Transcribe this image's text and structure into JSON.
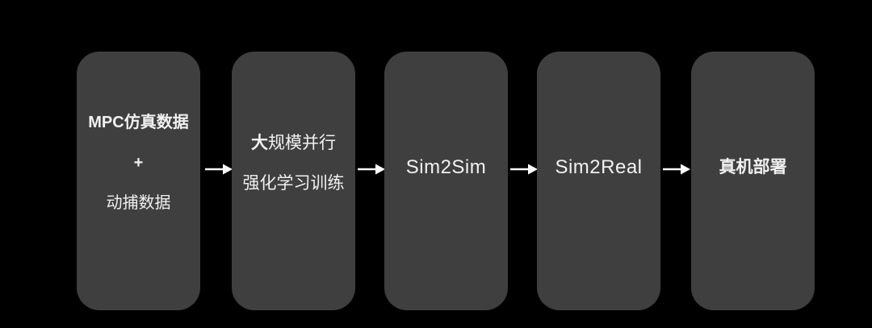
{
  "page": {
    "background_color": "#000000",
    "box_color": "#3f3f3f",
    "text_color": "#f1f1f1",
    "arrow_color": "#ffffff"
  },
  "flow": {
    "stages": [
      {
        "name": "training-data",
        "lines": [
          {
            "text": "MPC仿真数据",
            "weight": "bold"
          },
          {
            "text": "+",
            "weight": "bold"
          },
          {
            "text": "动捕数据",
            "weight": "normal"
          }
        ]
      },
      {
        "name": "rl-training",
        "lines": [
          {
            "prefix": "大",
            "prefix_weight": "bold",
            "text": "规模并行",
            "weight": "normal"
          },
          {
            "text": "强化学习训练",
            "weight": "normal"
          }
        ]
      },
      {
        "name": "sim2sim",
        "lines": [
          {
            "text": "Sim2Sim",
            "weight": "normal"
          }
        ]
      },
      {
        "name": "sim2real",
        "lines": [
          {
            "text": "Sim2Real",
            "weight": "normal"
          }
        ]
      },
      {
        "name": "real-robot-deployment",
        "lines": [
          {
            "text": "真机部署",
            "weight": "bold"
          }
        ]
      }
    ],
    "arrow_count": 4
  }
}
